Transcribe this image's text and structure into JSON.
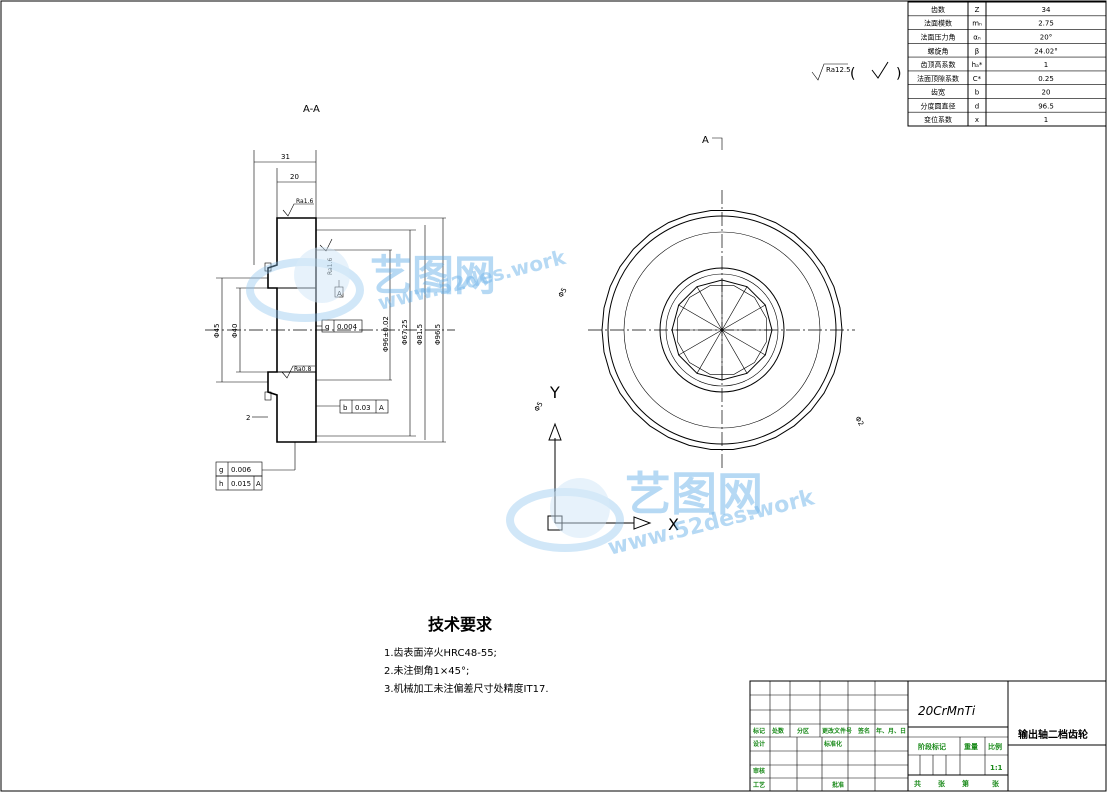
{
  "param_table": {
    "rows": [
      {
        "name": "齿数",
        "symbol": "Z",
        "value": "34"
      },
      {
        "name": "法面模数",
        "symbol": "mₙ",
        "value": "2.75"
      },
      {
        "name": "法面压力角",
        "symbol": "αₙ",
        "value": "20°"
      },
      {
        "name": "螺旋角",
        "symbol": "β",
        "value": "24.02°"
      },
      {
        "name": "齿顶高系数",
        "symbol": "hₐ*",
        "value": "1"
      },
      {
        "name": "法面顶隙系数",
        "symbol": "C*",
        "value": "0.25"
      },
      {
        "name": "齿宽",
        "symbol": "b",
        "value": "20"
      },
      {
        "name": "分度圆直径",
        "symbol": "d",
        "value": "96.5"
      },
      {
        "name": "变位系数",
        "symbol": "x",
        "value": "1"
      }
    ]
  },
  "roughness_note": {
    "value": "Ra12.5",
    "paren_open": "(",
    "paren_close": ")"
  },
  "section_label": "A-A",
  "view_marker": "A",
  "dimensions": {
    "len_31": "31",
    "len_20": "20",
    "ra_top": "Ra1.6",
    "ra_bore": "Ra1.6",
    "ra_bottom": "Ra0.8",
    "dia_45": "Φ45",
    "dia_40": "Φ40",
    "dia_pitch": "Φ96±0.02",
    "dia_67": "Φ67.25",
    "dia_81": "Φ81.5",
    "dia_96": "Φ96.5",
    "small_2": "2",
    "tol_g": "g",
    "tol_g_val": "0.004",
    "tol_b": "b",
    "tol_b_val": "0.03",
    "tol_b_ref": "A",
    "tol2_g": "g",
    "tol2_g_val": "0.006",
    "tol2_h": "h",
    "tol2_h_val": "0.015",
    "tol2_h_ref": "A",
    "datum_a": "A",
    "face_view_dia_left": "Φ5",
    "face_view_dia_right": "Φ2",
    "face_view_dia_left2": "Φ5"
  },
  "axes": {
    "y": "Y",
    "x": "X"
  },
  "watermark": {
    "brand": "艺图网",
    "url": "www.52des.work"
  },
  "tech_req": {
    "title": "技术要求",
    "items": [
      "1.齿表面淬火HRC48-55;",
      "2.未注倒角1×45°;",
      "3.机械加工未注偏差尺寸处精度IT17."
    ]
  },
  "title_block": {
    "material": "20CrMnTi",
    "part_name": "输出轴二档齿轮",
    "header_labels": [
      "标记",
      "处数",
      "分区",
      "更改文件号",
      "签名",
      "年、月、日"
    ],
    "design": "设计",
    "standard": "标准化",
    "review": "审核",
    "process": "工艺",
    "approve": "批准",
    "stage_mark": "阶段标记",
    "weight": "重量",
    "scale_label": "比例",
    "scale": "1:1",
    "total": "共",
    "sheets": "张",
    "sheet_no": "第",
    "sheets2": "张"
  }
}
